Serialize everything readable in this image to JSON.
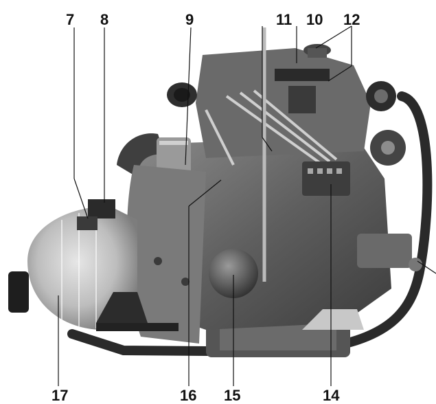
{
  "figure": {
    "type": "labeled engine photograph",
    "palette": {
      "ink": "#111111",
      "metal_dark": "#4a4a4a",
      "metal_mid": "#7a7a7a",
      "metal_light": "#b8b8b8",
      "background": "#ffffff"
    }
  },
  "callouts": {
    "c7": "7",
    "c8": "8",
    "c9": "9",
    "c11": "11",
    "c10": "10",
    "c12": "12",
    "c17": "17",
    "c16": "16",
    "c15": "15",
    "c14": "14"
  }
}
